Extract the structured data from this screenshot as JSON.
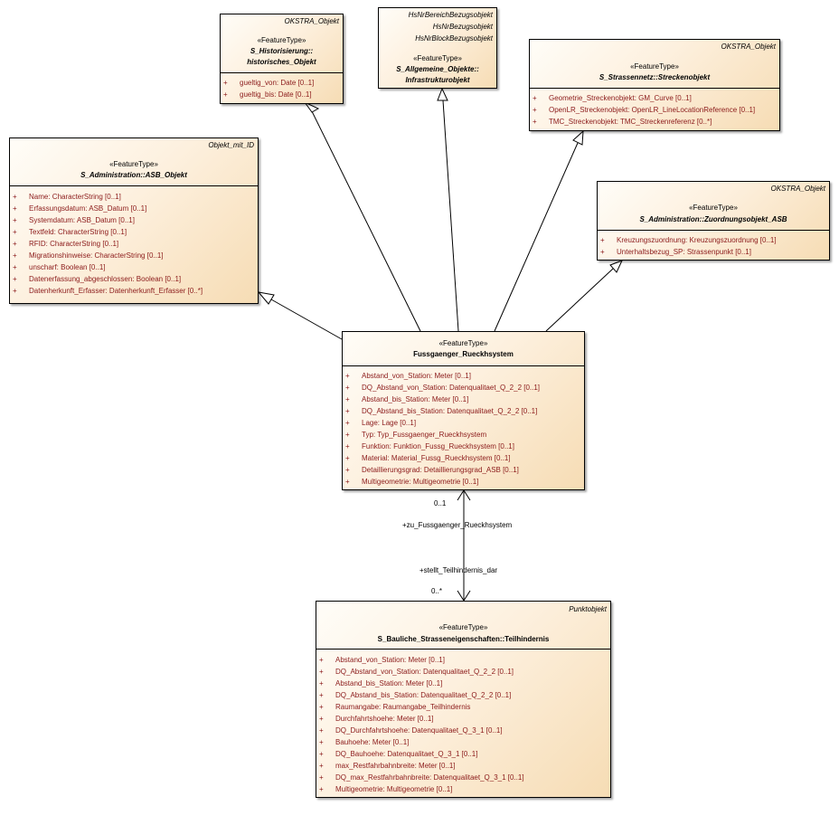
{
  "stereotype": "«FeatureType»",
  "classes": {
    "historisierung": {
      "parents": [
        "OKSTRA_Objekt"
      ],
      "name_lines": [
        "S_Historisierung::",
        "historisches_Objekt"
      ],
      "attributes": [
        "gueltig_von: Date [0..1]",
        "gueltig_bis: Date [0..1]"
      ]
    },
    "infrastruktur": {
      "parents": [
        "HsNrBereichBezugsobjekt",
        "HsNrBezugsobjekt",
        "HsNrBlockBezugsobjekt"
      ],
      "name_lines": [
        "S_Allgemeine_Objekte::",
        "Infrastrukturobjekt"
      ],
      "attributes": []
    },
    "streckenobjekt": {
      "parents": [
        "OKSTRA_Objekt"
      ],
      "name_lines": [
        "S_Strassennetz::Streckenobjekt"
      ],
      "attributes": [
        "Geometrie_Streckenobjekt: GM_Curve [0..1]",
        "OpenLR_Streckenobjekt: OpenLR_LineLocationReference [0..1]",
        "TMC_Streckenobjekt: TMC_Streckenreferenz [0..*]"
      ]
    },
    "asb_objekt": {
      "parents": [
        "Objekt_mit_ID"
      ],
      "name_lines": [
        "S_Administration::ASB_Objekt"
      ],
      "attributes": [
        "Name: CharacterString [0..1]",
        "Erfassungsdatum: ASB_Datum [0..1]",
        "Systemdatum: ASB_Datum [0..1]",
        "Textfeld: CharacterString [0..1]",
        "RFID: CharacterString [0..1]",
        "Migrationshinweise: CharacterString [0..1]",
        "unscharf: Boolean [0..1]",
        "Datenerfassung_abgeschlossen: Boolean [0..1]",
        "Datenherkunft_Erfasser: Datenherkunft_Erfasser [0..*]"
      ]
    },
    "zuordnungsobjekt": {
      "parents": [
        "OKSTRA_Objekt"
      ],
      "name_lines": [
        "S_Administration::Zuordnungsobjekt_ASB"
      ],
      "attributes": [
        "Kreuzungszuordnung: Kreuzungszuordnung [0..1]",
        "Unterhaltsbezug_SP: Strassenpunkt [0..1]"
      ]
    },
    "rueckhsystem": {
      "parents": [],
      "name_lines": [
        "Fussgaenger_Rueckhsystem"
      ],
      "attributes": [
        "Abstand_von_Station: Meter [0..1]",
        "DQ_Abstand_von_Station: Datenqualitaet_Q_2_2 [0..1]",
        "Abstand_bis_Station: Meter [0..1]",
        "DQ_Abstand_bis_Station: Datenqualitaet_Q_2_2 [0..1]",
        "Lage: Lage [0..1]",
        "Typ: Typ_Fussgaenger_Rueckhsystem",
        "Funktion: Funktion_Fussg_Rueckhsystem [0..1]",
        "Material: Material_Fussg_Rueckhsystem [0..1]",
        "Detaillierungsgrad: Detaillierungsgrad_ASB [0..1]",
        "Multigeometrie: Multigeometrie [0..1]"
      ]
    },
    "teilhindernis": {
      "parents": [
        "Punktobjekt"
      ],
      "name_lines": [
        "S_Bauliche_Strasseneigenschaften::Teilhindernis"
      ],
      "attributes": [
        "Abstand_von_Station: Meter [0..1]",
        "DQ_Abstand_von_Station: Datenqualitaet_Q_2_2 [0..1]",
        "Abstand_bis_Station: Meter [0..1]",
        "DQ_Abstand_bis_Station: Datenqualitaet_Q_2_2 [0..1]",
        "Raumangabe: Raumangabe_Teilhindernis",
        "Durchfahrtshoehe: Meter [0..1]",
        "DQ_Durchfahrtshoehe: Datenqualitaet_Q_3_1 [0..1]",
        "Bauhoehe: Meter [0..1]",
        "DQ_Bauhoehe: Datenqualitaet_Q_3_1 [0..1]",
        "max_Restfahrbahnbreite: Meter [0..1]",
        "DQ_max_Restfahrbahnbreite: Datenqualitaet_Q_3_1 [0..1]",
        "Multigeometrie: Multigeometrie [0..1]"
      ]
    }
  },
  "association": {
    "upper_multiplicity": "0..1",
    "upper_role": "+zu_Fussgaenger_Rueckhsystem",
    "lower_role": "+stellt_Teilhindernis_dar",
    "lower_multiplicity": "0..*"
  },
  "colors": {
    "box_light": "#fffdf8",
    "box_dark": "#f6dcb4",
    "attribute_text": "#8b1a1a",
    "line": "#000000"
  }
}
